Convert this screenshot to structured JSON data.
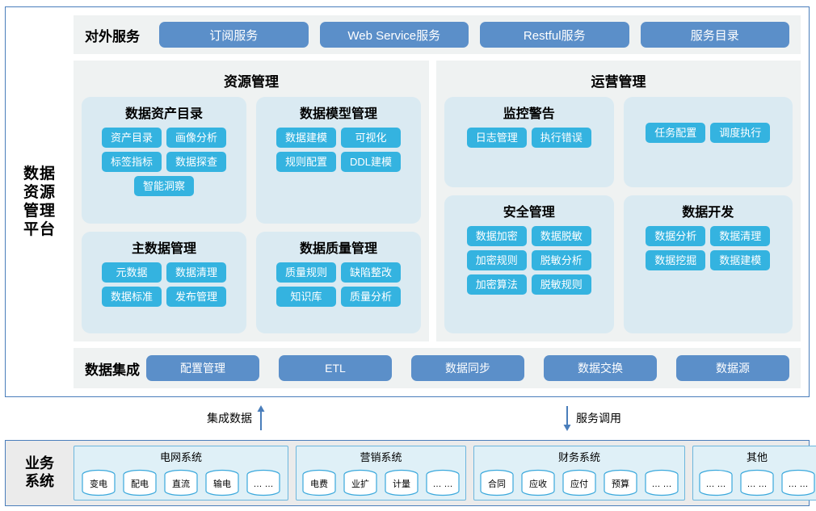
{
  "platform": {
    "label": "数据\n资源\n管理\n平台",
    "label_lines": [
      "数据",
      "资源",
      "管理",
      "平台"
    ],
    "external_services": {
      "title": "对外服务",
      "buttons": [
        "订阅服务",
        "Web Service服务",
        "Restful服务",
        "服务目录"
      ]
    },
    "panels": [
      {
        "title": "资源管理",
        "cards": [
          {
            "title": "数据资产目录",
            "tags": [
              "资产目录",
              "画像分析",
              "标签指标",
              "数据探查",
              "智能洞察"
            ]
          },
          {
            "title": "数据模型管理",
            "tags": [
              "数据建模",
              "可视化",
              "规则配置",
              "DDL建模"
            ]
          },
          {
            "title": "主数据管理",
            "tags": [
              "元数据",
              "数据清理",
              "数据标准",
              "发布管理"
            ]
          },
          {
            "title": "数据质量管理",
            "tags": [
              "质量规则",
              "缺陷整改",
              "知识库",
              "质量分析"
            ]
          }
        ]
      },
      {
        "title": "运营管理",
        "cards": [
          {
            "title": "监控警告",
            "tags": [
              "日志管理",
              "执行错误"
            ]
          },
          {
            "title": "",
            "tags": [
              "任务配置",
              "调度执行"
            ]
          },
          {
            "title": "安全管理",
            "tags": [
              "数据加密",
              "数据脱敏",
              "加密规则",
              "脱敏分析",
              "加密算法",
              "脱敏规则"
            ]
          },
          {
            "title": "数据开发",
            "tags": [
              "数据分析",
              "数据清理",
              "数据挖掘",
              "数据建模"
            ]
          }
        ]
      }
    ],
    "integration": {
      "title": "数据集成",
      "buttons": [
        "配置管理",
        "ETL",
        "数据同步",
        "数据交换",
        "数据源"
      ]
    }
  },
  "flows": [
    {
      "label": "集成数据",
      "direction": "up"
    },
    {
      "label": "服务调用",
      "direction": "down"
    }
  ],
  "business": {
    "label_lines": [
      "业务",
      "系统"
    ],
    "groups": [
      {
        "title": "电网系统",
        "items": [
          "变电",
          "配电",
          "直流",
          "输电",
          "… …"
        ]
      },
      {
        "title": "营销系统",
        "items": [
          "电费",
          "业扩",
          "计量",
          "… …"
        ]
      },
      {
        "title": "财务系统",
        "items": [
          "合同",
          "应收",
          "应付",
          "预算",
          "… …"
        ]
      },
      {
        "title": "其他",
        "items": [
          "… …",
          "… …",
          "… …"
        ]
      }
    ]
  },
  "colors": {
    "frame_border": "#4a7ebb",
    "panel_bg": "#eff2f2",
    "card_bg": "#daeaf2",
    "tag_blue": "#34b3e0",
    "button_blue": "#5b8fc9",
    "business_bg": "#ebebeb",
    "business_group_border": "#6cb6dd",
    "business_group_bg": "#dff0f7"
  }
}
